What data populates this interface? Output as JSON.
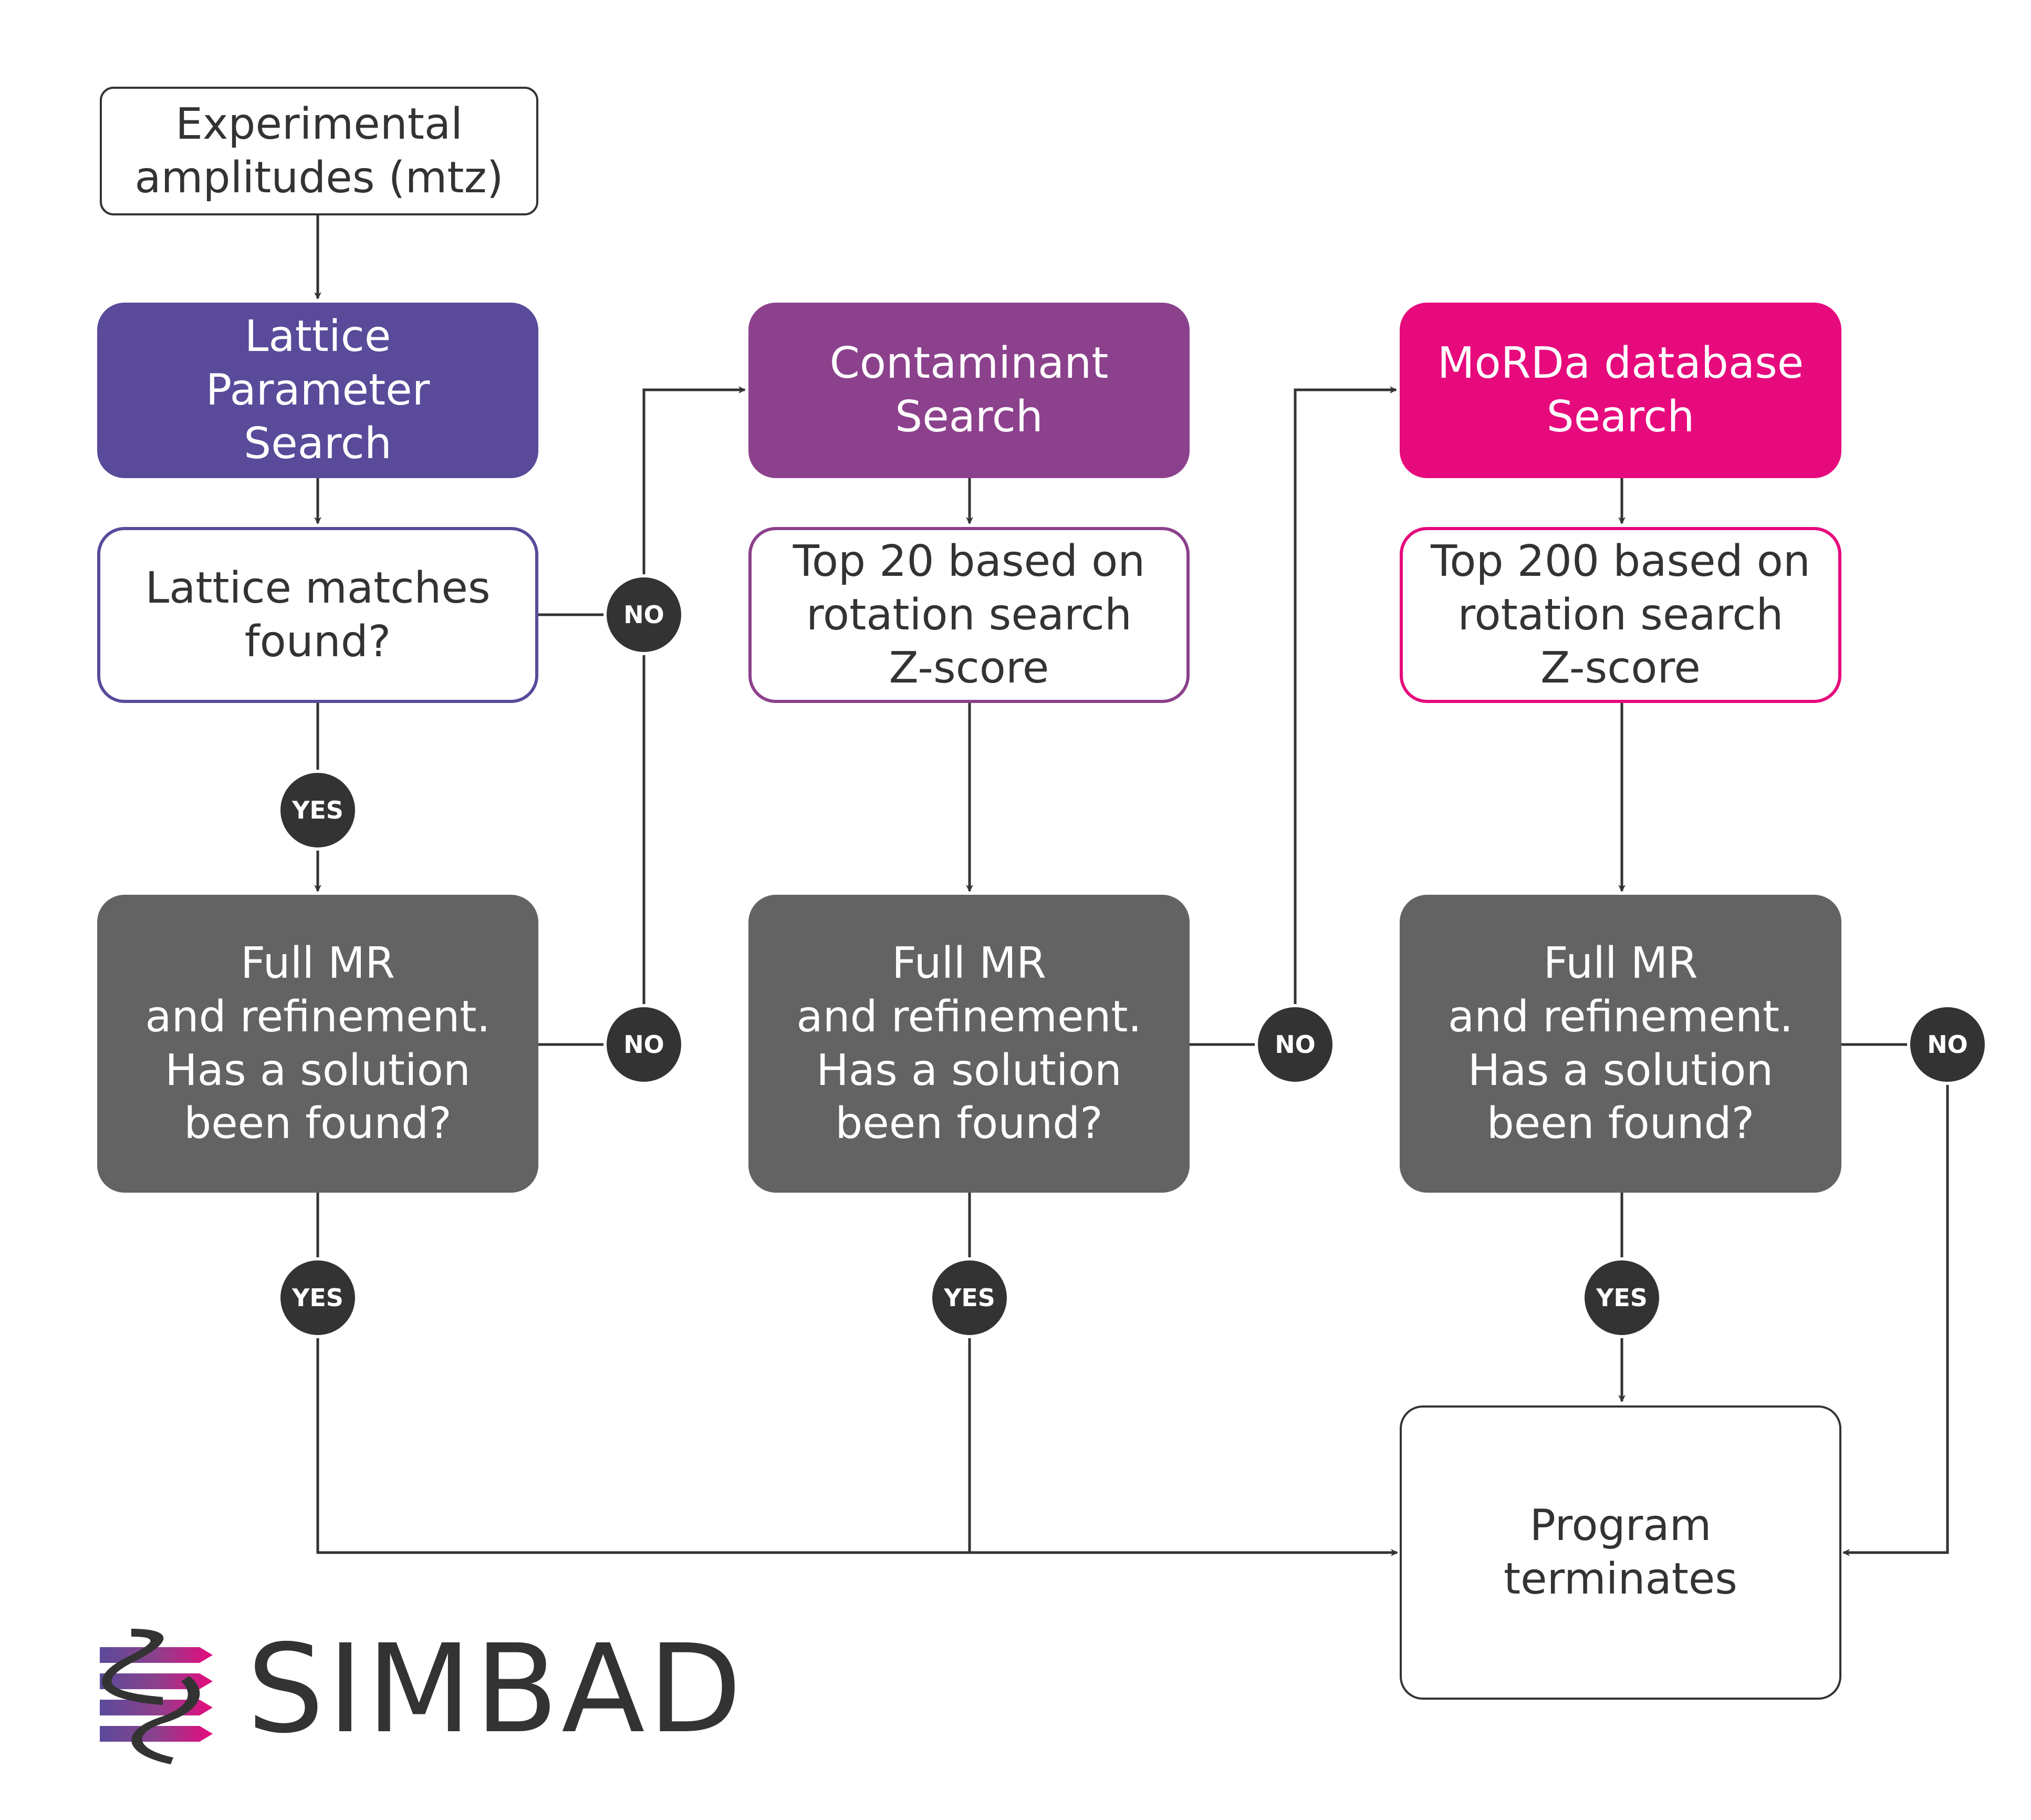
{
  "nodes": {
    "input": "Experimental\namplitudes (mtz)",
    "lattice_search": "Lattice\nParameter\nSearch",
    "contaminant_search": "Contaminant\nSearch",
    "morda_search": "MoRDa database\nSearch",
    "lattice_matches": "Lattice matches\nfound?",
    "top20": "Top 20 based on\nrotation search\nZ-score",
    "top200": "Top 200 based on\nrotation search\nZ-score",
    "full_mr_1": "Full MR\nand refinement.\nHas a solution\nbeen found?",
    "full_mr_2": "Full MR\nand refinement.\nHas a solution\nbeen found?",
    "full_mr_3": "Full MR\nand refinement.\nHas a solution\nbeen found?",
    "terminate": "Program\nterminates"
  },
  "badges": {
    "yes": "YES",
    "no": "NO"
  },
  "logo": {
    "text": "SIMBAD"
  },
  "colors": {
    "lattice": "#5a4a9a",
    "contaminant": "#8c418c",
    "morda": "#e60a7d",
    "grey_box": "#636363",
    "dark": "#333333"
  }
}
